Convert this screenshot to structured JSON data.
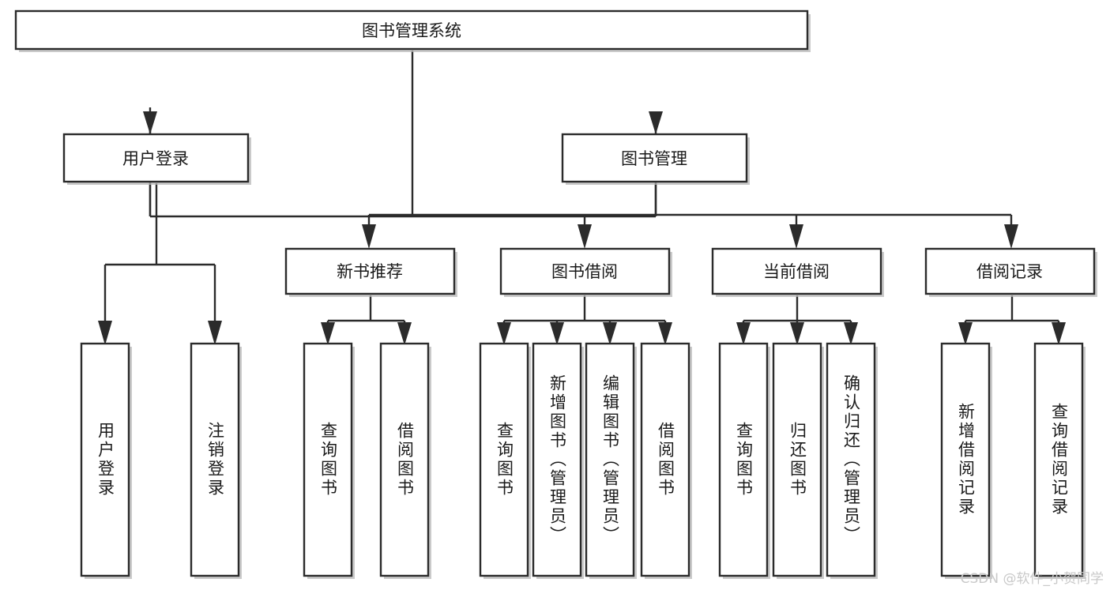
{
  "diagram": {
    "title": "图书管理系统",
    "type": "tree",
    "watermark": "CSDN @软件_小贺同学",
    "colors": {
      "box_fill": "#ffffff",
      "box_stroke": "#2b2b2b",
      "edge": "#2b2b2b",
      "text": "#1a1a1a",
      "watermark": "#c9c9c9",
      "background": "#ffffff"
    },
    "nodes": {
      "root": {
        "label": "图书管理系统",
        "orientation": "horizontal"
      },
      "level2": [
        {
          "id": "user-login",
          "label": "用户登录",
          "orientation": "horizontal"
        },
        {
          "id": "book-management",
          "label": "图书管理",
          "orientation": "horizontal"
        }
      ],
      "level3": [
        {
          "id": "new-book-recommend",
          "label": "新书推荐",
          "orientation": "horizontal"
        },
        {
          "id": "book-borrow",
          "label": "图书借阅",
          "orientation": "horizontal"
        },
        {
          "id": "current-borrow",
          "label": "当前借阅",
          "orientation": "horizontal"
        },
        {
          "id": "borrow-record",
          "label": "借阅记录",
          "orientation": "horizontal"
        }
      ],
      "leaves": [
        {
          "id": "leaf-user-login",
          "label": "用户登录",
          "orientation": "vertical",
          "parent": "user-login"
        },
        {
          "id": "leaf-logout-login",
          "label": "注销登录",
          "orientation": "vertical",
          "parent": "user-login"
        },
        {
          "id": "leaf-query-book-1",
          "label": "查询图书",
          "orientation": "vertical",
          "parent": "new-book-recommend"
        },
        {
          "id": "leaf-borrow-book-1",
          "label": "借阅图书",
          "orientation": "vertical",
          "parent": "new-book-recommend"
        },
        {
          "id": "leaf-query-book-2",
          "label": "查询图书",
          "orientation": "vertical",
          "parent": "book-borrow"
        },
        {
          "id": "leaf-add-book-admin",
          "label": "新增图书（管理员）",
          "orientation": "vertical",
          "parent": "book-borrow"
        },
        {
          "id": "leaf-edit-book-admin",
          "label": "编辑图书（管理员）",
          "orientation": "vertical",
          "parent": "book-borrow"
        },
        {
          "id": "leaf-borrow-book-2",
          "label": "借阅图书",
          "orientation": "vertical",
          "parent": "book-borrow"
        },
        {
          "id": "leaf-query-book-3",
          "label": "查询图书",
          "orientation": "vertical",
          "parent": "current-borrow"
        },
        {
          "id": "leaf-return-book",
          "label": "归还图书",
          "orientation": "vertical",
          "parent": "current-borrow"
        },
        {
          "id": "leaf-confirm-return-admin",
          "label": "确认归还（管理员）",
          "orientation": "vertical",
          "parent": "current-borrow"
        },
        {
          "id": "leaf-add-borrow-record",
          "label": "新增借阅记录",
          "orientation": "vertical",
          "parent": "borrow-record"
        },
        {
          "id": "leaf-query-borrow-record",
          "label": "查询借阅记录",
          "orientation": "vertical",
          "parent": "borrow-record"
        }
      ]
    }
  }
}
